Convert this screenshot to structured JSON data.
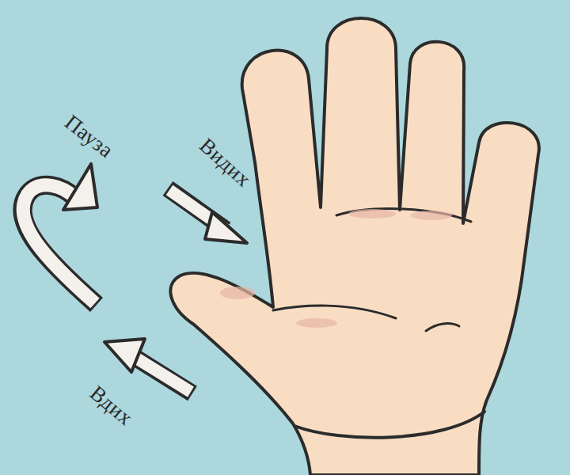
{
  "diagram": {
    "labels": [
      "Пауза",
      "Видих",
      "Вдих"
    ]
  }
}
